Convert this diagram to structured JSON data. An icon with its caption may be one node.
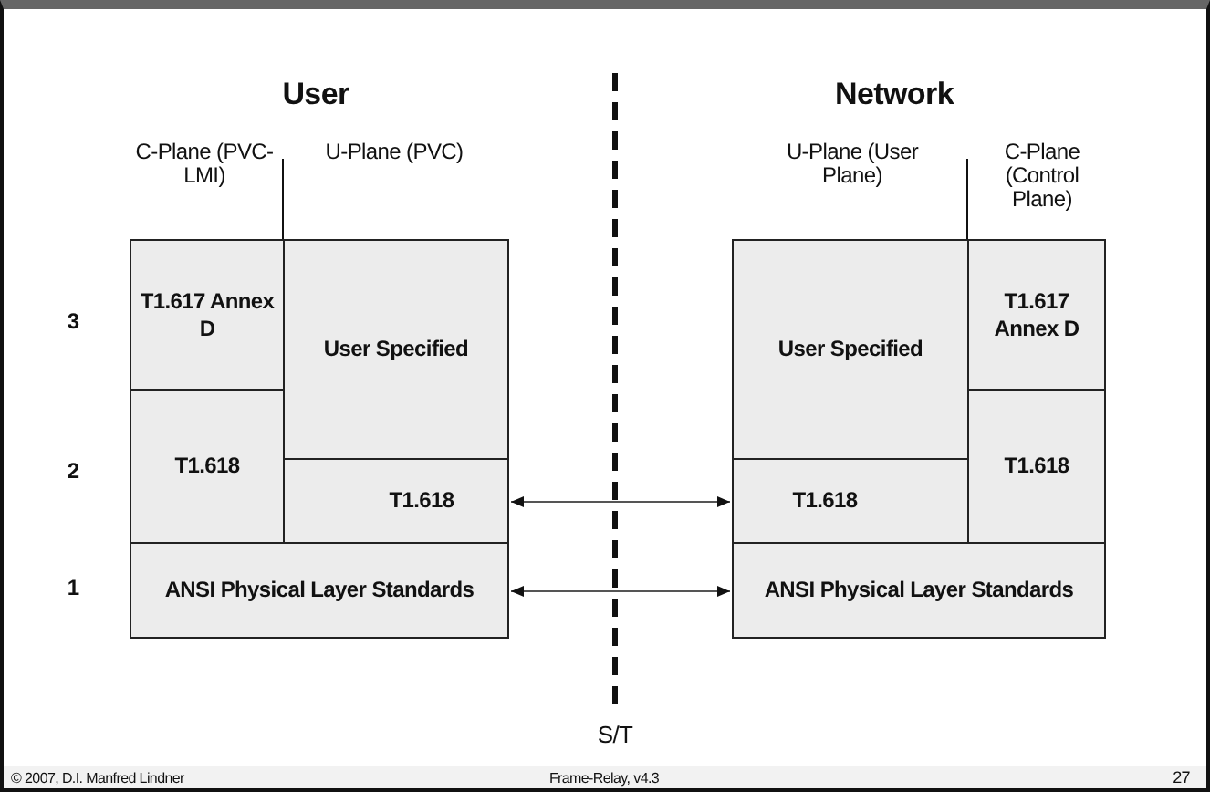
{
  "diagram": {
    "nodes": [
      {
        "text": [
          "T1.617 Annex D"
        ]
      },
      {
        "text": [
          "User Specified"
        ]
      },
      {
        "text": [
          "T1.618"
        ]
      },
      {
        "text": [
          "T1.618"
        ]
      },
      {
        "text": [
          "ANSI Physical Layer Standards"
        ]
      },
      {
        "text": [
          "User Specified"
        ]
      },
      {
        "text": [
          "T1.617 Annex D"
        ]
      },
      {
        "text": [
          "T1.618"
        ]
      },
      {
        "text": [
          "T1.618"
        ]
      },
      {
        "text": [
          "ANSI Physical Layer Standards"
        ]
      }
    ],
    "edges": [
      {
        "from": 3,
        "to": 7,
        "arrow": "both"
      },
      {
        "from": 4,
        "to": 9,
        "arrow": "both"
      }
    ],
    "labels": [
      "User",
      "Network",
      "C-Plane (PVC-LMI)",
      "U-Plane (PVC)",
      "U-Plane (User Plane)",
      "C-Plane (Control Plane)",
      "3",
      "2",
      "1",
      "S/T",
      "© 2007, D.I. Manfred Lindner",
      "Frame-Relay, v4.3",
      "27"
    ]
  }
}
